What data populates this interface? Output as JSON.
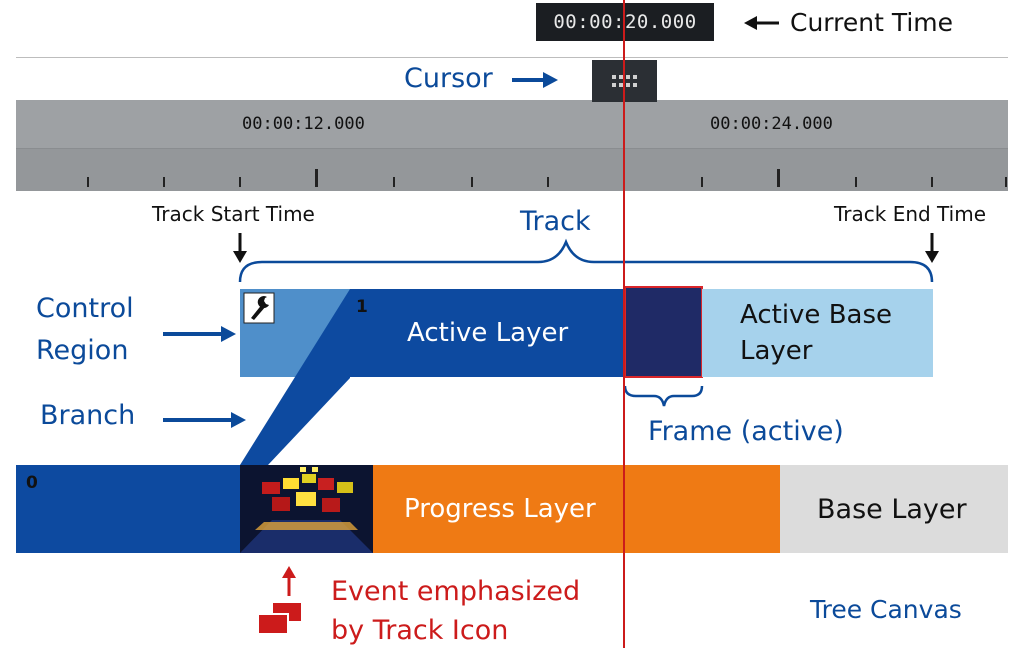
{
  "timeline": {
    "current_time": "00:00:20.000",
    "tick_label_left": "00:00:12.000",
    "tick_label_right": "00:00:24.000"
  },
  "annotations": {
    "current_time": "Current Time",
    "cursor": "Cursor",
    "track_start_time": "Track Start Time",
    "track": "Track",
    "track_end_time": "Track End Time",
    "control_region_line1": "Control",
    "control_region_line2": "Region",
    "branch": "Branch",
    "frame_active": "Frame (active)",
    "event_line1": "Event emphasized",
    "event_line2": "by Track Icon",
    "tree_canvas": "Tree Canvas"
  },
  "tracks": {
    "upper": {
      "index": "1",
      "active_layer": "Active Layer",
      "active_base_line1": "Active Base",
      "active_base_line2": "Layer"
    },
    "lower": {
      "index": "0",
      "progress_layer": "Progress Layer",
      "base_layer": "Base Layer"
    }
  },
  "colors": {
    "accent_blue": "#0b4a9a",
    "dark_blue": "#0d4aa0",
    "frame_navy": "#1f2a66",
    "light_blue": "#a6d2ec",
    "control_blue": "#4f8fca",
    "orange": "#ef7a14",
    "gray_base": "#dcdcdc",
    "playhead_red": "#cc1b1b"
  },
  "icons": [
    "wrench-icon",
    "grid-dots-icon",
    "track-event-icon"
  ]
}
